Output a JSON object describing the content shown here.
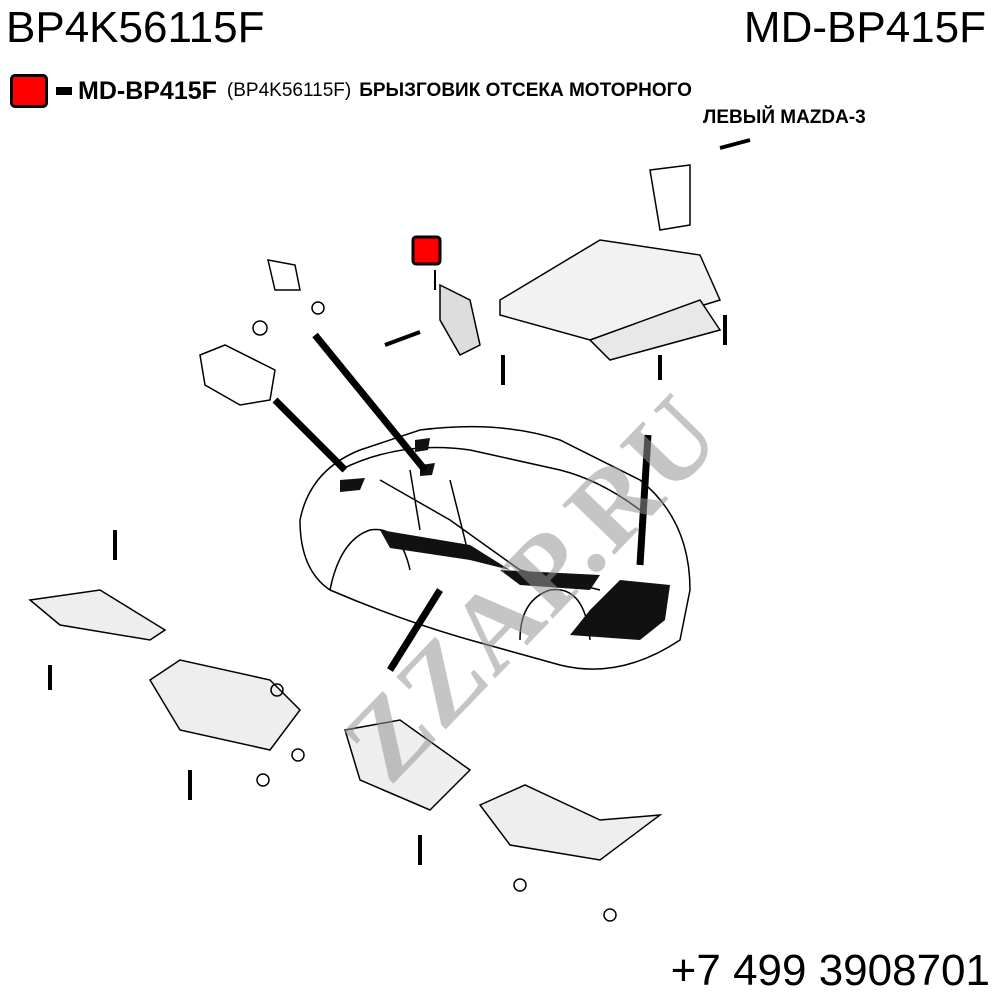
{
  "header": {
    "oem_number": "BP4K56115F",
    "part_number": "MD-BP415F"
  },
  "legend": {
    "color": "#ff0000",
    "part_number": "MD-BP415F",
    "oem_number": "(BP4K56115F)",
    "description_line1": "БРЫЗГОВИК ОТСЕКА МОТОРНОГО",
    "description_line2": "ЛЕВЫЙ MAZDA-3"
  },
  "watermark": "ZZAP.RU",
  "footer": {
    "phone": "+7 499 3908701"
  }
}
